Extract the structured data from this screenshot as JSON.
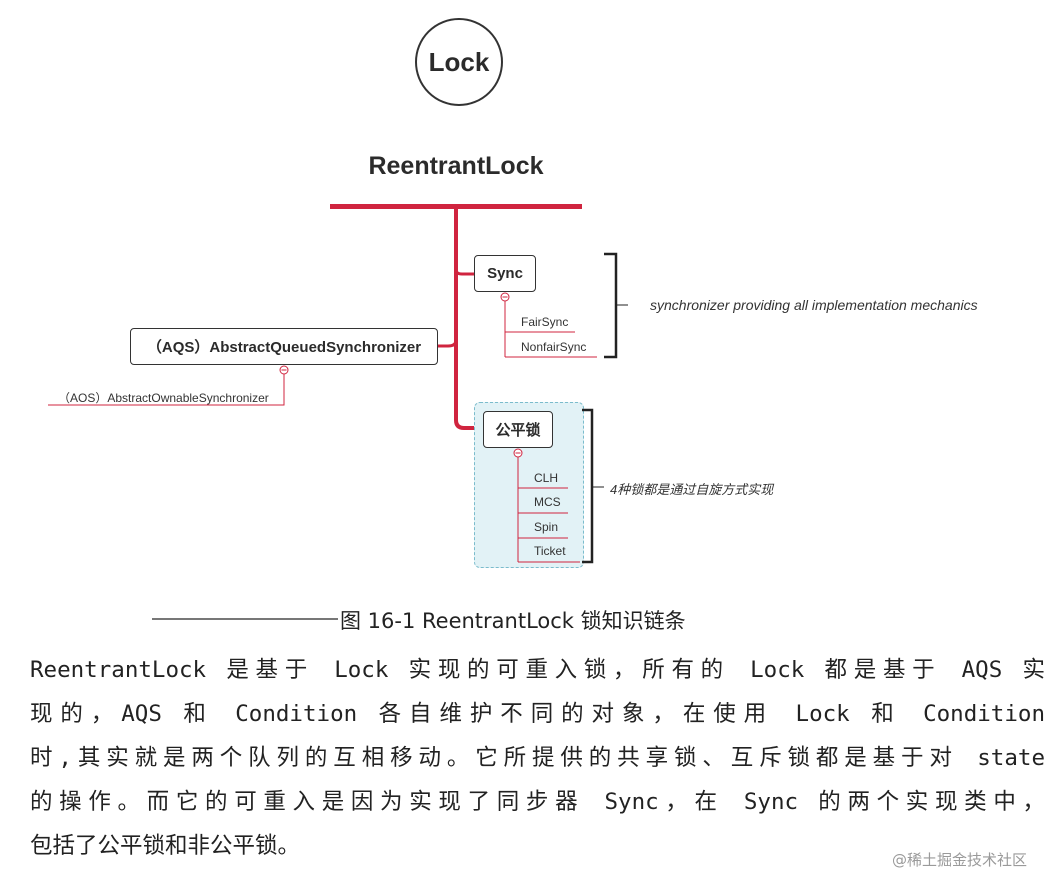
{
  "diagram": {
    "root": "Lock",
    "title": "ReentrantLock",
    "sync": {
      "label": "Sync",
      "children": [
        "FairSync",
        "NonfairSync"
      ],
      "note": "synchronizer providing all implementation mechanics"
    },
    "aqs": {
      "label": "（AQS）AbstractQueuedSynchronizer",
      "child": "（AOS）AbstractOwnableSynchronizer"
    },
    "fair_lock": {
      "label": "公平锁",
      "children": [
        "CLH",
        "MCS",
        "Spin",
        "Ticket"
      ],
      "note": "4种锁都是通过自旋方式实现"
    }
  },
  "caption": "图 16-1 ReentrantLock 锁知识链条",
  "paragraph_lines": [
    "ReentrantLock 是基于 Lock 实现的可重入锁，所有的 Lock 都是基于 AQS 实",
    "现的，AQS 和 Condition 各自维护不同的对象，在使用 Lock 和 Condition",
    "时,其实就是两个队列的互相移动。它所提供的共享锁、互斥锁都是基于对 state",
    "的操作。而它的可重入是因为实现了同步器 Sync，在 Sync 的两个实现类中，",
    "包括了公平锁和非公平锁。"
  ],
  "watermark": "@稀土掘金技术社区",
  "colors": {
    "accent": "#d0243f",
    "group_fill": "#e2f2f6",
    "group_border": "#7bbccc"
  }
}
